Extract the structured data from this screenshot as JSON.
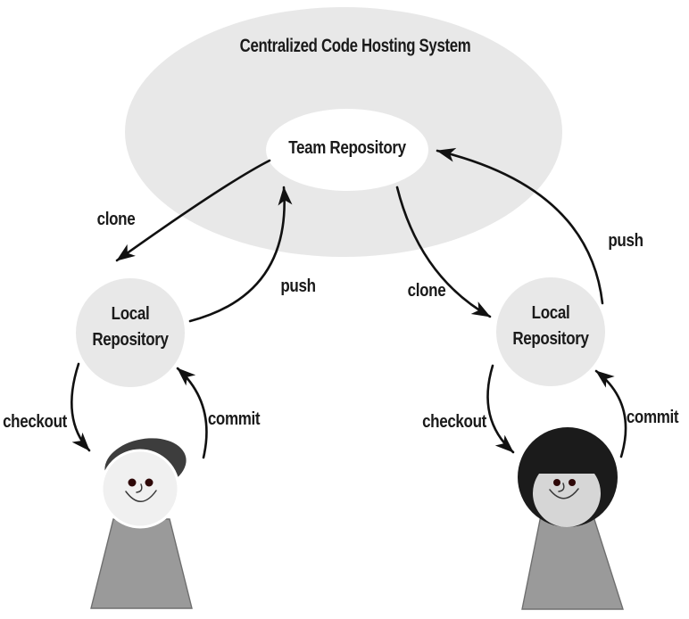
{
  "title": "Centralized Code Hosting System",
  "nodes": {
    "team_repository": "Team Repository",
    "local_repository_left": {
      "line1": "Local",
      "line2": "Repository"
    },
    "local_repository_right": {
      "line1": "Local",
      "line2": "Repository"
    }
  },
  "arrows": {
    "clone_left": "clone",
    "push_left": "push",
    "clone_right": "clone",
    "push_right": "push",
    "checkout_left": "checkout",
    "commit_left": "commit",
    "checkout_right": "checkout",
    "commit_right": "commit"
  },
  "colors": {
    "background": "#ffffff",
    "system_ellipse": "#e8e8e8",
    "team_ellipse": "#ffffff",
    "local_circle": "#e8e8e8",
    "arrow": "#111111",
    "text": "#1a1a1a",
    "man_hair": "#3d3d3d",
    "woman_hair": "#1b1b1b",
    "man_face": "#f0f0f0",
    "woman_face": "#d6d6d6",
    "body": "#9a9a9a",
    "eye": "#2e0808"
  }
}
